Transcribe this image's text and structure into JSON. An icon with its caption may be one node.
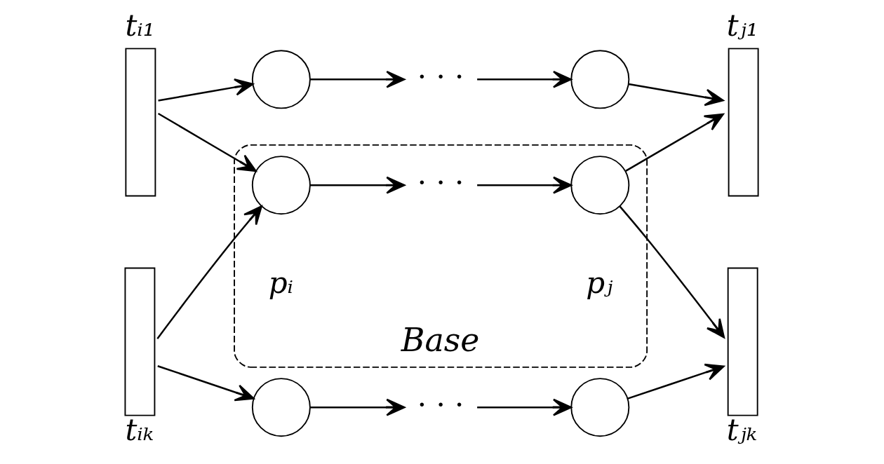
{
  "diagram": {
    "nodes": [
      {
        "text": [
          "tᵢ₁"
        ]
      },
      {
        "text": [],
        "shape": "circle"
      },
      {
        "text": [
          "· · ·"
        ]
      },
      {
        "text": [],
        "shape": "circle"
      },
      {
        "text": [
          "tⱼ₁"
        ]
      },
      {
        "text": [
          "Base"
        ]
      },
      {
        "text": [],
        "shape": "circle",
        "in": 5,
        "beside": [
          "pᵢ"
        ]
      },
      {
        "text": [
          "· · ·"
        ],
        "in": 5
      },
      {
        "text": [],
        "shape": "circle",
        "in": 5,
        "beside": [
          "pⱼ"
        ]
      },
      {
        "text": [
          "tᵢₖ"
        ]
      },
      {
        "text": [],
        "shape": "circle"
      },
      {
        "text": [
          "· · ·"
        ]
      },
      {
        "text": [],
        "shape": "circle"
      },
      {
        "text": [
          "tⱼₖ"
        ]
      }
    ],
    "edges": [
      {
        "from": 0,
        "to": 1,
        "arrow": "to"
      },
      {
        "from": 1,
        "to": 2,
        "arrow": "to"
      },
      {
        "from": 2,
        "to": 3,
        "arrow": "to"
      },
      {
        "from": 3,
        "to": 4,
        "arrow": "to"
      },
      {
        "from": 0,
        "to": 6,
        "arrow": "to"
      },
      {
        "from": 9,
        "to": 6,
        "arrow": "to"
      },
      {
        "from": 6,
        "to": 7,
        "arrow": "to"
      },
      {
        "from": 7,
        "to": 8,
        "arrow": "to"
      },
      {
        "from": 8,
        "to": 4,
        "arrow": "to"
      },
      {
        "from": 8,
        "to": 13,
        "arrow": "to"
      },
      {
        "from": 9,
        "to": 10,
        "arrow": "to"
      },
      {
        "from": 10,
        "to": 11,
        "arrow": "to"
      },
      {
        "from": 11,
        "to": 12,
        "arrow": "to"
      },
      {
        "from": 12,
        "to": 13,
        "arrow": "to"
      }
    ]
  }
}
